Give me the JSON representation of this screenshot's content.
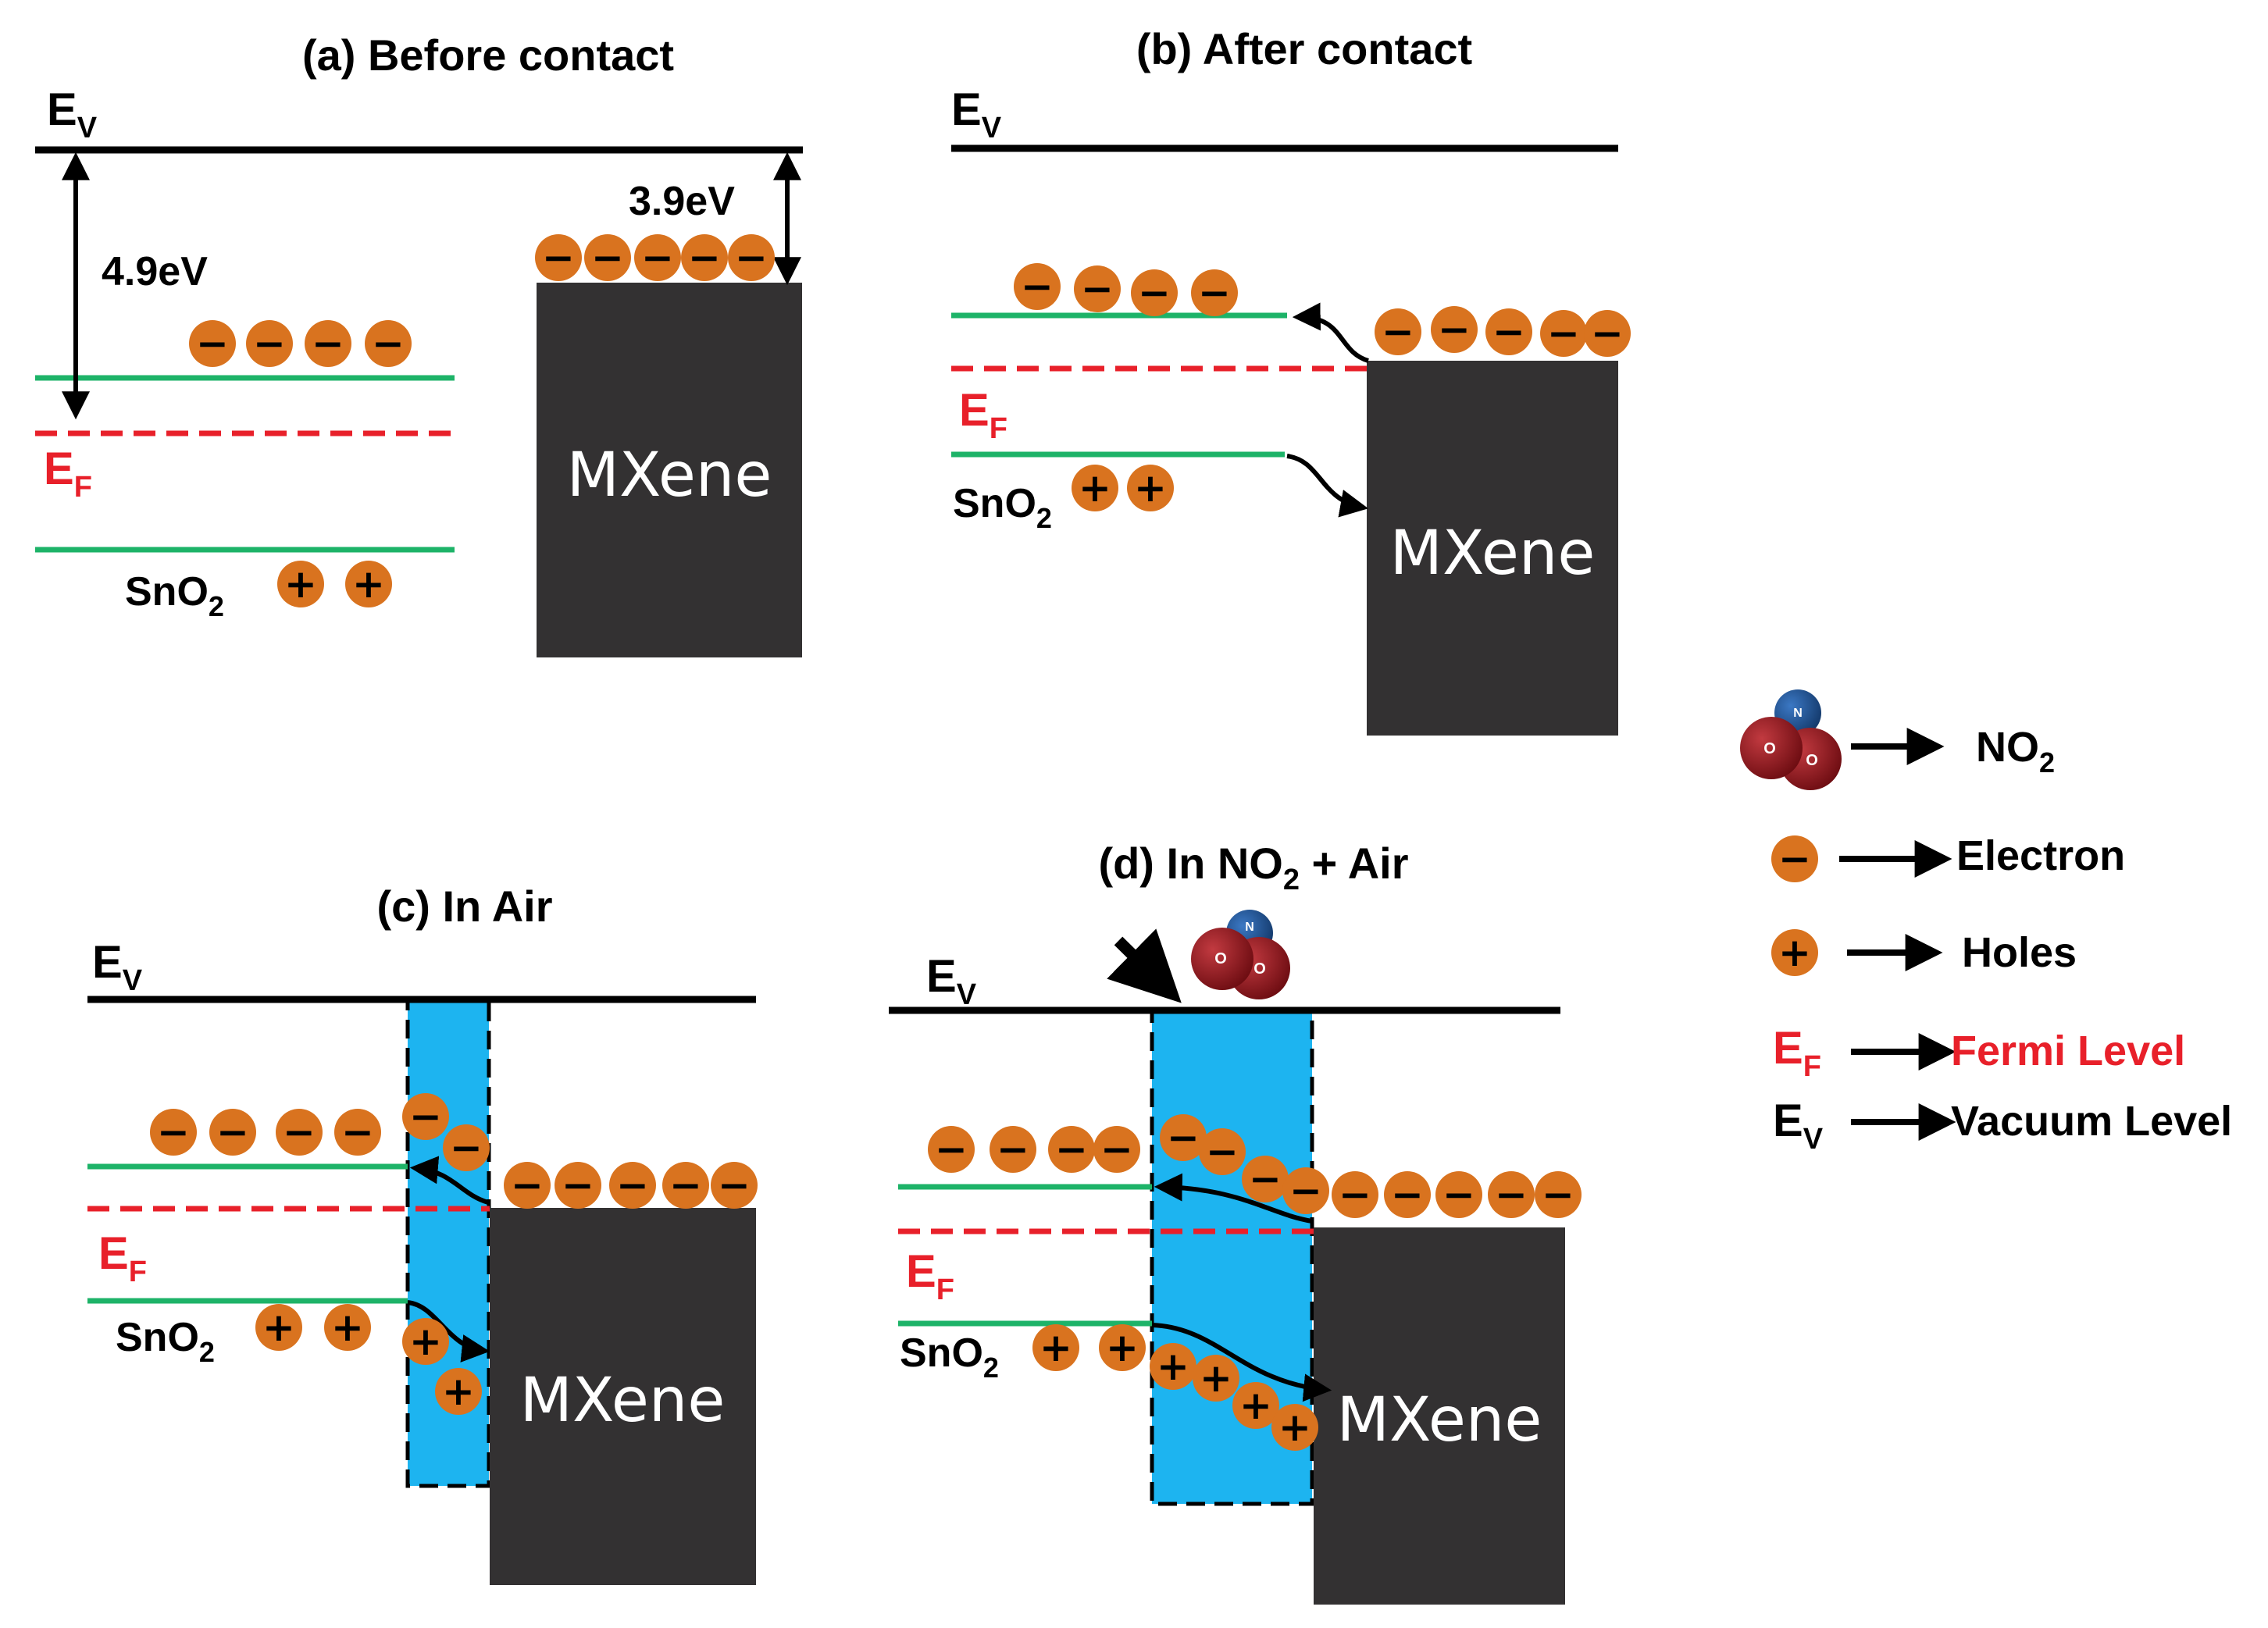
{
  "panels": {
    "a": {
      "title": "(a) Before contact",
      "ev": "E",
      "ev_sub": "V",
      "ef": "E",
      "ef_sub": "F",
      "energy_left": "4.9eV",
      "energy_right": "3.9eV",
      "sno2": "SnO",
      "sno2_sub": "2",
      "mxene": "MXene"
    },
    "b": {
      "title": "(b) After contact",
      "ev": "E",
      "ev_sub": "V",
      "ef": "E",
      "ef_sub": "F",
      "sno2": "SnO",
      "sno2_sub": "2",
      "mxene": "MXene"
    },
    "c": {
      "title": "(c) In Air",
      "ev": "E",
      "ev_sub": "V",
      "ef": "E",
      "ef_sub": "F",
      "sno2": "SnO",
      "sno2_sub": "2",
      "mxene": "MXene"
    },
    "d": {
      "title_pre": "(d) In NO",
      "title_sub": "2",
      "title_post": " + Air",
      "ev": "E",
      "ev_sub": "V",
      "ef": "E",
      "ef_sub": "F",
      "sno2": "SnO",
      "sno2_sub": "2",
      "mxene": "MXene"
    }
  },
  "legend": {
    "no2": "NO",
    "no2_sub": "2",
    "electron": "Electron",
    "holes": "Holes",
    "ef": "E",
    "ef_sub": "F",
    "fermi": "Fermi Level",
    "ev": "E",
    "ev_sub": "V",
    "vacuum": "Vacuum Level"
  },
  "molecule": {
    "n": "N",
    "o": "O"
  },
  "symbols": {
    "minus": "−",
    "plus": "+"
  },
  "colors": {
    "charge": "#d9731f",
    "mxene": "#333132",
    "band": "#1db368",
    "fermi": "#e8202a",
    "depletion": "#1db4f0",
    "oxygen": "#8b1219",
    "nitrogen": "#1c4c8c"
  }
}
